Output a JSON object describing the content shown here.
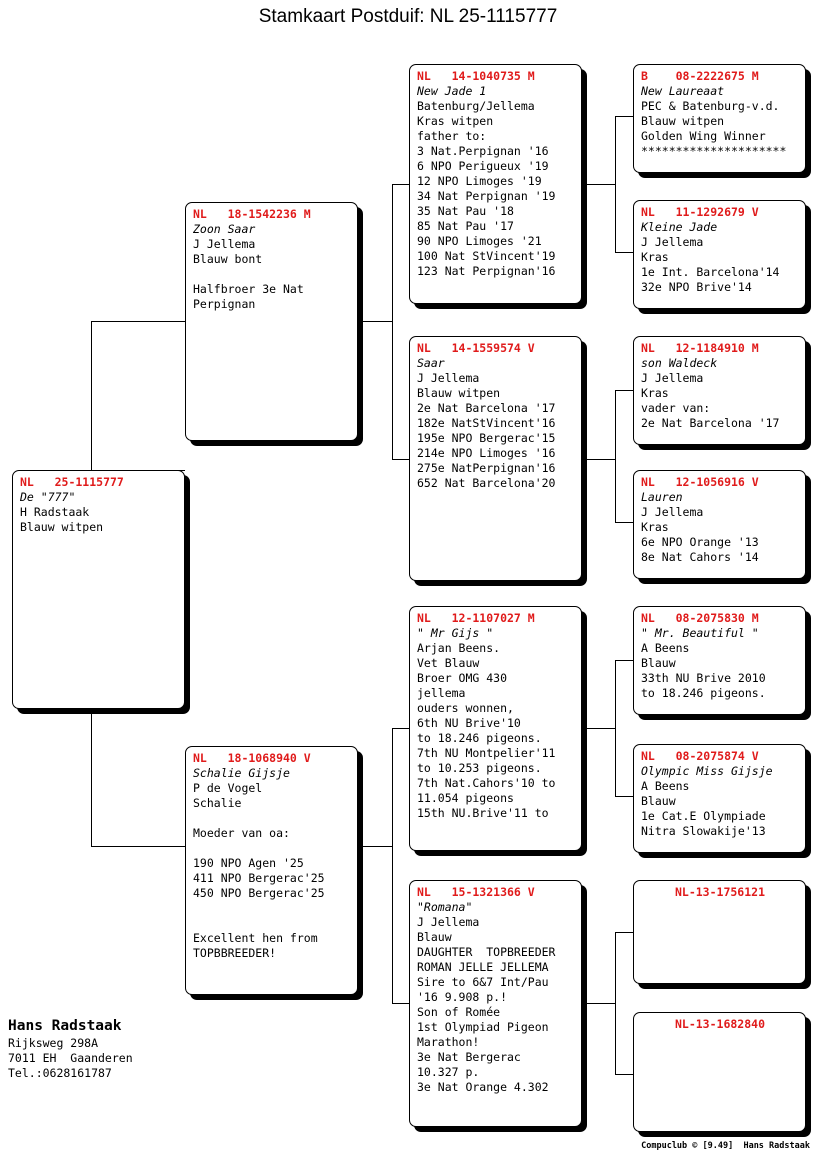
{
  "page": {
    "title": "Stamkaart Postduif: NL  25-1115777"
  },
  "subject": {
    "ring": "NL   25-1115777",
    "name": "De \"777\"",
    "lines": [
      "H Radstaak",
      "Blauw witpen"
    ]
  },
  "generation2": [
    {
      "ring": "NL   18-1542236 M",
      "name": "Zoon Saar",
      "lines": [
        "J Jellema",
        "Blauw bont",
        "",
        "Halfbroer 3e Nat",
        "Perpignan"
      ]
    },
    {
      "ring": "NL   18-1068940 V",
      "name": "Schalie Gijsje",
      "lines": [
        "P de Vogel",
        "Schalie",
        "",
        "Moeder van oa:",
        "",
        "190 NPO Agen '25",
        "411 NPO Bergerac'25",
        "450 NPO Bergerac'25",
        "",
        "",
        "Excellent hen from",
        "TOPBBREEDER!"
      ]
    }
  ],
  "generation3": [
    {
      "ring": "NL   14-1040735 M",
      "name": "New Jade 1",
      "lines": [
        "Batenburg/Jellema",
        "Kras witpen",
        "father to:",
        "3 Nat.Perpignan '16",
        "6 NPO Perigueux '19",
        "12 NPO Limoges '19",
        "34 Nat Perpignan '19",
        "35 Nat Pau '18",
        "85 Nat Pau '17",
        "90 NPO Limoges '21",
        "100 Nat StVincent'19",
        "123 Nat Perpignan'16"
      ]
    },
    {
      "ring": "NL   14-1559574 V",
      "name": "Saar",
      "lines": [
        "J Jellema",
        "Blauw witpen",
        "2e Nat Barcelona '17",
        "182e NatStVincent'16",
        "195e NPO Bergerac'15",
        "214e NPO Limoges '16",
        "275e NatPerpignan'16",
        "652 Nat Barcelona'20"
      ]
    },
    {
      "ring": "NL   12-1107027 M",
      "name": "\" Mr Gijs \"",
      "lines": [
        "Arjan Beens.",
        "Vet Blauw",
        "Broer OMG 430",
        "jellema",
        "ouders wonnen,",
        "6th NU Brive'10",
        "to 18.246 pigeons.",
        "7th NU Montpelier'11",
        "to 10.253 pigeons.",
        "7th Nat.Cahors'10 to",
        "11.054 pigeons",
        "15th NU.Brive'11 to"
      ]
    },
    {
      "ring": "NL   15-1321366 V",
      "name": "\"Romana\"",
      "lines": [
        "J Jellema",
        "Blauw",
        "DAUGHTER  TOPBREEDER",
        "ROMAN JELLE JELLEMA",
        "Sire to 6&7 Int/Pau",
        "'16 9.908 p.!",
        "Son of Romée",
        "1st Olympiad Pigeon",
        "Marathon!",
        "3e Nat Bergerac",
        "10.327 p.",
        "3e Nat Orange 4.302"
      ]
    }
  ],
  "generation4": [
    {
      "ring": "B    08-2222675 M",
      "name": "New Laureaat",
      "lines": [
        "PEC & Batenburg-v.d.",
        "Blauw witpen",
        "Golden Wing Winner",
        "*********************"
      ],
      "centered": false
    },
    {
      "ring": "NL   11-1292679 V",
      "name": "Kleine Jade",
      "lines": [
        "J Jellema",
        "Kras",
        "1e Int. Barcelona'14",
        "32e NPO Brive'14"
      ],
      "centered": false
    },
    {
      "ring": "NL   12-1184910 M",
      "name": "son Waldeck",
      "lines": [
        "J Jellema",
        "Kras",
        "vader van:",
        "2e Nat Barcelona '17"
      ],
      "centered": false
    },
    {
      "ring": "NL   12-1056916 V",
      "name": "Lauren",
      "lines": [
        "J Jellema",
        "Kras",
        "6e NPO Orange '13",
        "8e Nat Cahors '14"
      ],
      "centered": false
    },
    {
      "ring": "NL   08-2075830 M",
      "name": "\" Mr. Beautiful \"",
      "lines": [
        "A Beens",
        "Blauw",
        "33th NU Brive 2010",
        "to 18.246 pigeons."
      ],
      "centered": false
    },
    {
      "ring": "NL   08-2075874 V",
      "name": "Olympic Miss Gijsje",
      "lines": [
        "A Beens",
        "Blauw",
        "1e Cat.E Olympiade",
        "Nitra Slowakije'13"
      ],
      "centered": false
    },
    {
      "ring": "NL-13-1756121",
      "name": "",
      "lines": [],
      "centered": true
    },
    {
      "ring": "NL-13-1682840",
      "name": "",
      "lines": [],
      "centered": true
    }
  ],
  "owner": {
    "name": "Hans Radstaak",
    "lines": [
      "Rijksweg 298A",
      "7011 EH  Gaanderen",
      "Tel.:0628161787"
    ]
  },
  "footer": {
    "text": "Compuclub © [9.49]  Hans Radstaak"
  }
}
